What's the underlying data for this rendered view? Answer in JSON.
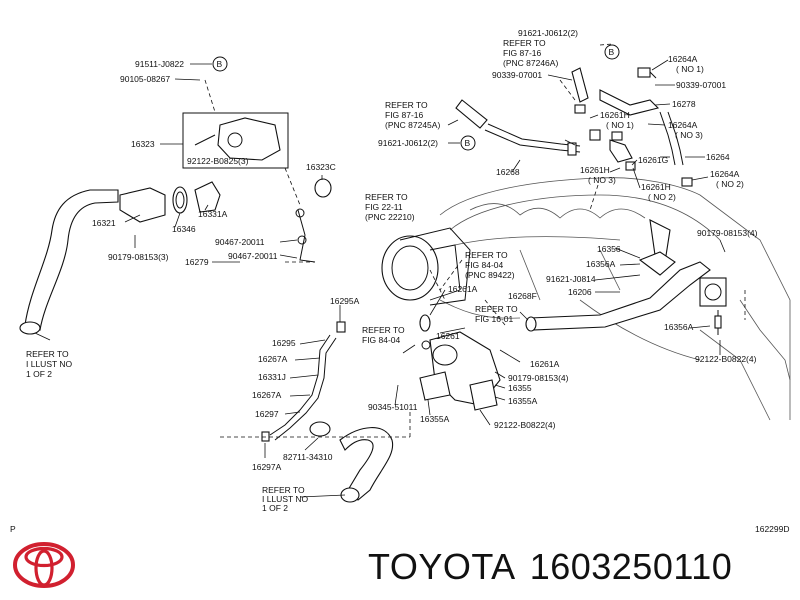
{
  "brand": {
    "name": "TOYOTA",
    "part_number": "1603250110"
  },
  "diagram": {
    "corner_left": "P",
    "corner_right": "162299D",
    "labels": {
      "l_91511": "91511-J0822",
      "l_90105": "90105-08267",
      "l_16323": "16323",
      "l_92122_0825": "92122-B0825(3)",
      "l_16323C": "16323C",
      "l_16321": "16321",
      "l_16346": "16346",
      "l_16331A": "16331A",
      "l_90179_3": "90179-08153(3)",
      "l_90467a": "90467-20011",
      "l_16279": "16279",
      "l_90467b": "90467-20011",
      "ref_l1": "REFER TO",
      "ref_l2": "I LLUST NO",
      "ref_l3": "1 OF 2",
      "l_16295A": "16295A",
      "l_16295": "16295",
      "l_16267A_1": "16267A",
      "l_16331J": "16331J",
      "l_16267A_2": "16267A",
      "l_16297": "16297",
      "l_16297A": "16297A",
      "l_82711": "82711-34310",
      "ref_b1": "REFER TO",
      "ref_b2": "I LLUST NO",
      "ref_b3": "1 OF 2",
      "l_91621_top": "91621-J0612(2)",
      "fig8716a_1": "REFER TO",
      "fig8716a_2": "FIG  87-16",
      "fig8716a_3": "(PNC 87246A)",
      "l_90339a": "90339-07001",
      "l_16264A_1": "16264A",
      "l_no1a": "( NO 1)",
      "l_90339b": "90339-07001",
      "l_16278": "16278",
      "fig8716b_1": "REFER TO",
      "fig8716b_2": "FIG  87-16",
      "fig8716b_3": "(PNC 87245A)",
      "l_16261H_1": "16261H",
      "l_no1b": "( NO 1)",
      "l_16264A_3": "16264A",
      "l_no3a": "( NO 3)",
      "l_91621_mid": "91621-J0612(2)",
      "l_16261G": "16261G",
      "l_16264": "16264",
      "l_16268": "16268",
      "l_16261H_3": "16261H",
      "l_no3b": "( NO 3)",
      "l_16264A_2": "16264A",
      "l_no2a": "( NO 2)",
      "l_16261H_2": "16261H",
      "l_no2b": "( NO 2)",
      "fig2211_1": "REFER TO",
      "fig2211_2": "FIG  22-11",
      "fig2211_3": "(PNC 22210)",
      "fig8404a_1": "REFER TO",
      "fig8404a_2": "FIG  84-04",
      "fig8404a_3": "(PNC 89422)",
      "l_16356": "16356",
      "l_90179_4a": "90179-08153(4)",
      "l_16356A_1": "16356A",
      "l_91621_0814": "91621-J0814",
      "l_16206": "16206",
      "l_16261A_1": "16261A",
      "l_16268F": "16268F",
      "fig1601_1": "REFER TO",
      "fig1601_2": "FIG  16-01",
      "fig8404b_1": "REFER TO",
      "fig8404b_2": "FIG  84-04",
      "l_16261": "16261",
      "l_16356A_2": "16356A",
      "l_92122_0822": "92122-B0822(4)",
      "l_16261A_2": "16261A",
      "l_90179_4b": "90179-08153(4)",
      "l_16355": "16355",
      "l_90345": "90345-51011",
      "l_16355A_1": "16355A",
      "l_16355A_2": "16355A",
      "l_92122_0822b": "92122-B0822(4)",
      "b": "B"
    }
  }
}
